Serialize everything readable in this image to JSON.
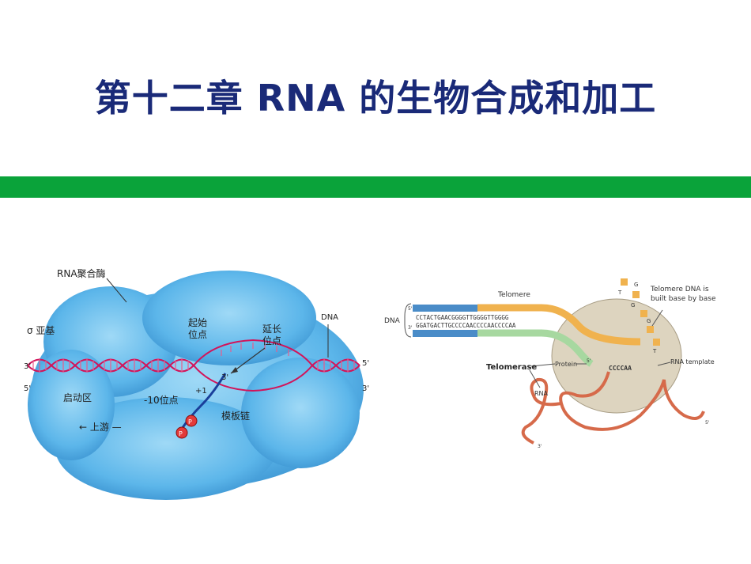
{
  "slide": {
    "title": "第十二章   RNA 的生物合成和加工",
    "accent_bar_color": "#0aa33a",
    "title_color": "#1a2a78"
  },
  "left_figure": {
    "labels": {
      "rna_polymerase": "RNA聚合酶",
      "sigma_subunit": "σ 亚基",
      "start_site": [
        "起始",
        "位点"
      ],
      "elongation_site": [
        "延长",
        "位点"
      ],
      "dna": "DNA",
      "promoter": "启动区",
      "minus10": "-10位点",
      "upstream": "← 上游 —",
      "template_strand": "模板链",
      "plus1": "+1",
      "three_prime_left": "3'",
      "five_prime_left": "5'",
      "three_prime_mid": "3'",
      "five_prime_right": "5'",
      "three_prime_right": "3'",
      "nucleotide_a": "P",
      "nucleotide_b": "P"
    }
  },
  "right_figure": {
    "labels": {
      "dna": "DNA",
      "telomere": "Telomere",
      "top_sequence": "CCTACTGAACGGGGTTGGGGTTGGGG",
      "bottom_sequence": "GGATGACTTGCCCCAACCCCAACCCCAA",
      "top_five": "5'",
      "bottom_three": "3'",
      "note": [
        "Telomere DNA is",
        "built base by base"
      ],
      "telomerase": "Telomerase",
      "protein": "Protein",
      "rna": "RNA",
      "rna_template": "RNA template",
      "template_seq": "CCCCAA",
      "loose_g1": "G",
      "loose_t": "T",
      "loose_g2": "G",
      "loose_g3": "G",
      "loose_t2": "T",
      "five_end": "5'",
      "three_end": "3'",
      "tail_five": "5'"
    }
  }
}
